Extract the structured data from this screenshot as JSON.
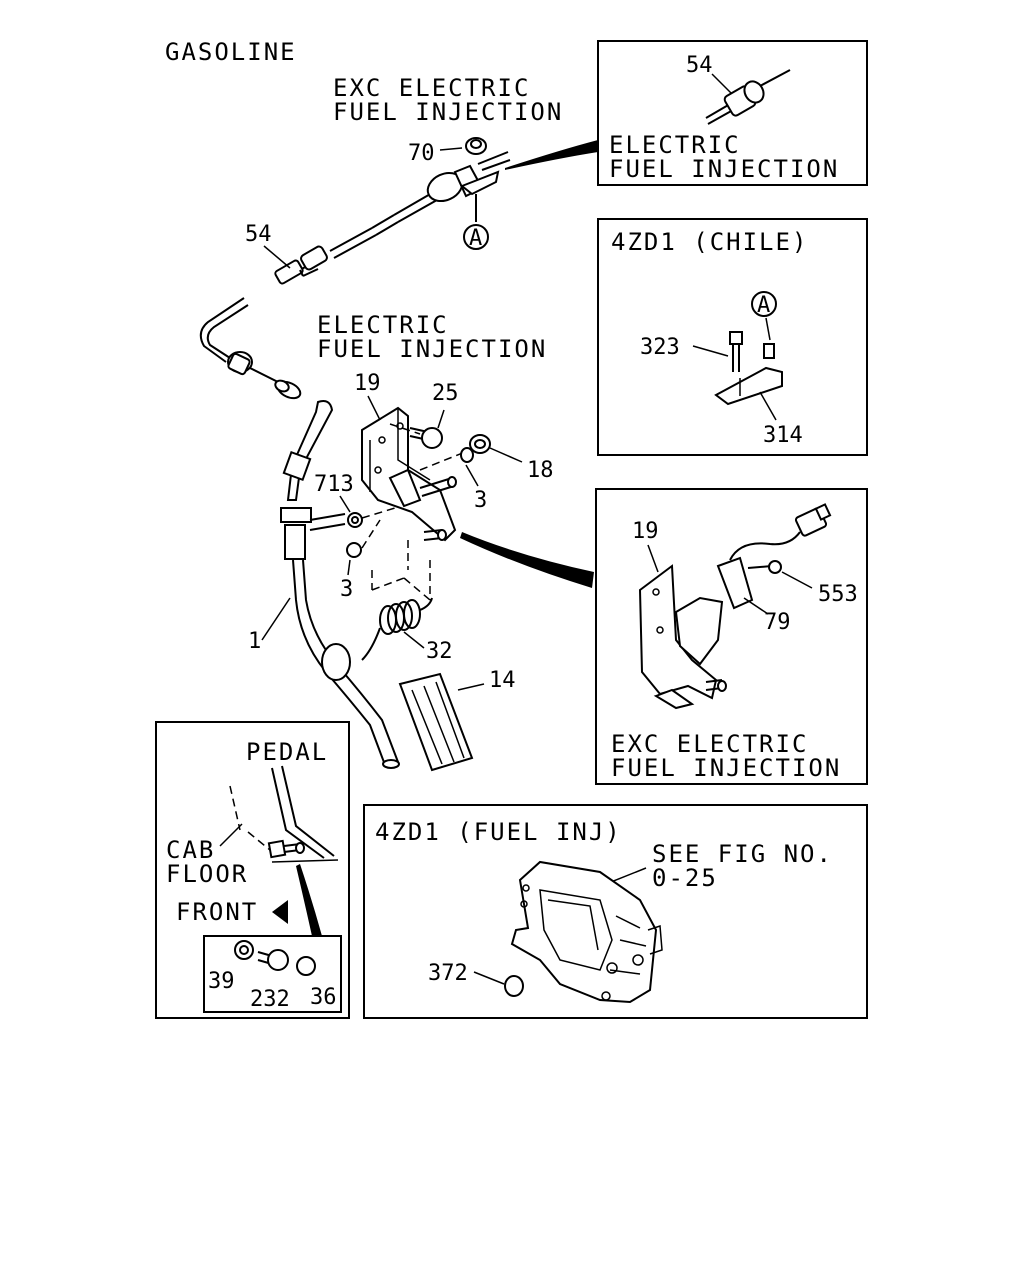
{
  "main": {
    "title": "GASOLINE",
    "exc_efi_line1": "EXC ELECTRIC",
    "exc_efi_line2": "FUEL INJECTION",
    "efi_line1": "ELECTRIC",
    "efi_line2": "FUEL INJECTION",
    "callouts": {
      "c54": "54",
      "c70": "70",
      "c19": "19",
      "c25": "25",
      "c18": "18",
      "c3a": "3",
      "c3b": "3",
      "c713": "713",
      "c1": "1",
      "c32": "32",
      "c14": "14",
      "ref_a": "A"
    }
  },
  "inset_efi": {
    "line1": "ELECTRIC",
    "line2": "FUEL INJECTION",
    "callout_54": "54"
  },
  "inset_chile": {
    "title": "4ZD1 (CHILE)",
    "callout_323": "323",
    "callout_314": "314",
    "ref_a": "A"
  },
  "inset_exc": {
    "callout_19": "19",
    "callout_553": "553",
    "callout_79": "79",
    "line1": "EXC ELECTRIC",
    "line2": "FUEL INJECTION"
  },
  "inset_pedal": {
    "pedal": "PEDAL",
    "cab": "CAB",
    "floor": "FLOOR",
    "front": "FRONT",
    "callout_39": "39",
    "callout_232": "232",
    "callout_36": "36"
  },
  "inset_fuel_inj": {
    "title": "4ZD1 (FUEL INJ)",
    "see_line1": "SEE FIG NO.",
    "see_line2": "0-25",
    "callout_372": "372"
  }
}
